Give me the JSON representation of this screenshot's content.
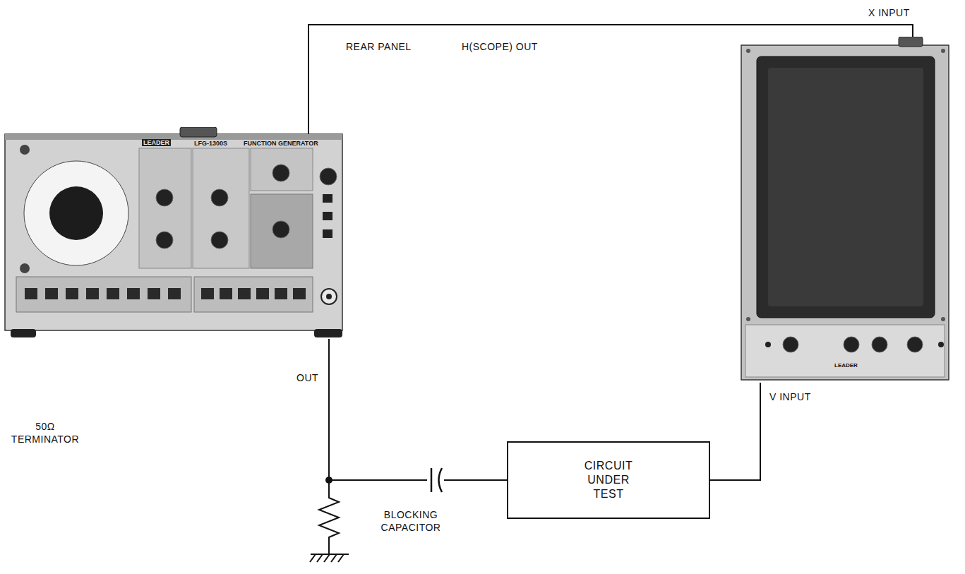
{
  "diagram": {
    "nodes": [
      {
        "text": [
          "LEADER",
          "LFG-1300S",
          "FUNCTION GENERATOR"
        ]
      },
      {
        "text": [
          "LEADER"
        ]
      },
      {
        "text": [
          "CIRCUIT UNDER TEST"
        ]
      }
    ],
    "edges": [
      {
        "from": 0,
        "to": 2,
        "arrow": "none"
      },
      {
        "from": 2,
        "to": 1,
        "arrow": "none"
      },
      {
        "from": 0,
        "to": 1,
        "arrow": "none"
      }
    ],
    "labels": [
      "X INPUT",
      "REAR PANEL",
      "H(SCOPE) OUT",
      "OUT",
      "V INPUT",
      "50Ω TERMINATOR",
      "BLOCKING CAPACITOR"
    ]
  }
}
